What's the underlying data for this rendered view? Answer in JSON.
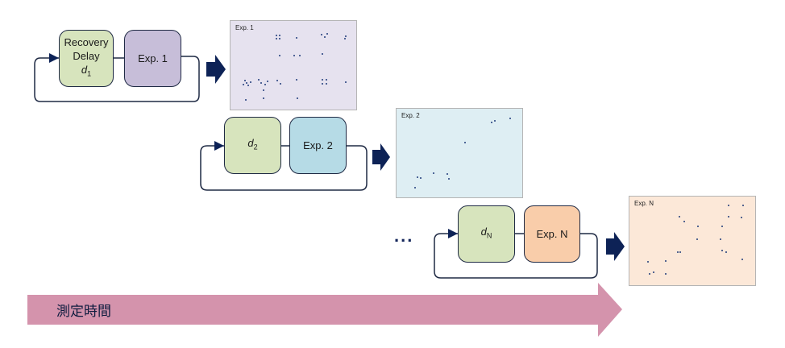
{
  "block1": {
    "delay_line1": "Recovery",
    "delay_line2": "Delay",
    "delay_var": "d",
    "delay_sub": "1",
    "exp": "Exp. 1"
  },
  "block2": {
    "delay_var": "d",
    "delay_sub": "2",
    "exp": "Exp. 2"
  },
  "blockN": {
    "delay_var": "d",
    "delay_sub": "N",
    "exp": "Exp. N"
  },
  "spectra": [
    {
      "label": "Exp. 1",
      "bg": "#e6e2ef"
    },
    {
      "label": "Exp. 2",
      "bg": "#deeef3"
    },
    {
      "label": "Exp. N",
      "bg": "#fce8d8"
    }
  ],
  "ellipsis": "...",
  "timeline": {
    "label": "測定時間",
    "color": "#d493ac"
  },
  "colors": {
    "loop_line": "#1f2a44",
    "arrow": "#0d2256",
    "peak": "#1f3a7a"
  }
}
